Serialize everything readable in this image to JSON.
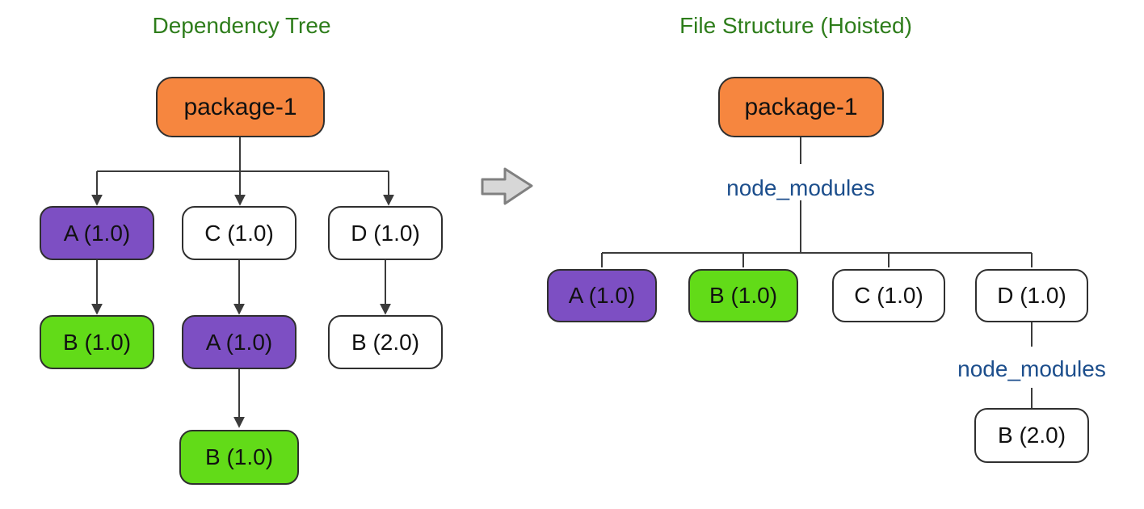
{
  "colors": {
    "node_orange": "#F6863F",
    "node_purple": "#7D4FC3",
    "node_green": "#62DB18",
    "node_white": "#FFFFFF",
    "node_border": "#2F2F2F",
    "connector": "#3B3B3B",
    "title_green": "#2E7D1B",
    "folder_blue": "#1C4E8C",
    "transform_arrow_fill": "#D7D7D7",
    "transform_arrow_stroke": "#808080"
  },
  "left": {
    "title": "Dependency Tree",
    "root": {
      "label": "package-1",
      "color": "node_orange"
    },
    "nodes": [
      {
        "label": "A (1.0)",
        "color": "node_purple"
      },
      {
        "label": "C (1.0)",
        "color": "node_white"
      },
      {
        "label": "D (1.0)",
        "color": "node_white"
      },
      {
        "label": "B (1.0)",
        "color": "node_green"
      },
      {
        "label": "A (1.0)",
        "color": "node_purple"
      },
      {
        "label": "B (2.0)",
        "color": "node_white"
      },
      {
        "label": "B (1.0)",
        "color": "node_green"
      }
    ],
    "edges": [
      [
        "package-1",
        "A (1.0)"
      ],
      [
        "package-1",
        "C (1.0)"
      ],
      [
        "package-1",
        "D (1.0)"
      ],
      [
        "A (1.0)",
        "B (1.0)"
      ],
      [
        "C (1.0)",
        "A (1.0)"
      ],
      [
        "A (1.0) under C",
        "B (1.0)"
      ],
      [
        "D (1.0)",
        "B (2.0)"
      ]
    ]
  },
  "right": {
    "title": "File Structure (Hoisted)",
    "root": {
      "label": "package-1",
      "color": "node_orange"
    },
    "folder_label": "node_modules",
    "nodes": [
      {
        "label": "A (1.0)",
        "color": "node_purple"
      },
      {
        "label": "B (1.0)",
        "color": "node_green"
      },
      {
        "label": "C (1.0)",
        "color": "node_white"
      },
      {
        "label": "D (1.0)",
        "color": "node_white"
      }
    ],
    "nested_folder_label": "node_modules",
    "nested_node": {
      "label": "B (2.0)",
      "color": "node_white"
    }
  }
}
